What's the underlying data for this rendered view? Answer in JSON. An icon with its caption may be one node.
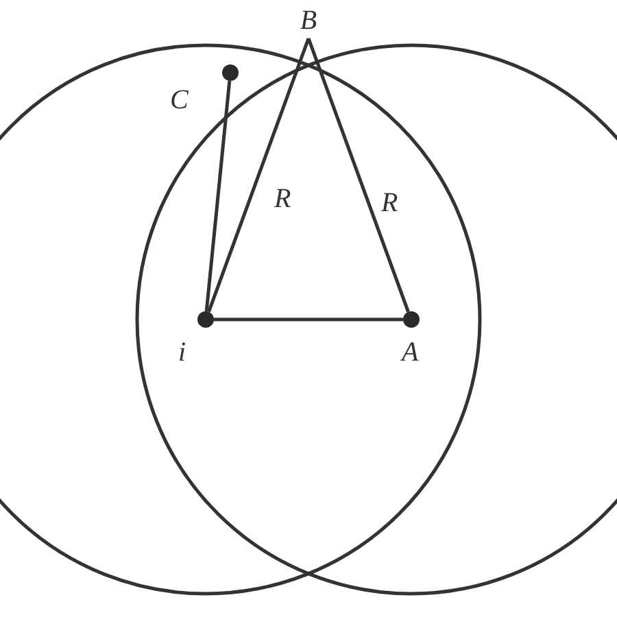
{
  "diagram": {
    "nodes": [
      {
        "text": [],
        "shape": "circle",
        "beside": [
          "i"
        ]
      },
      {
        "text": [],
        "shape": "circle",
        "beside": [
          "A"
        ]
      },
      {
        "text": [
          "B"
        ]
      },
      {
        "text": [],
        "shape": "circle",
        "beside": [
          "C"
        ]
      }
    ],
    "edges": [
      {
        "from": 0,
        "to": 2,
        "arrow": "none",
        "label": "R"
      },
      {
        "from": 2,
        "to": 1,
        "arrow": "none",
        "label": "R"
      },
      {
        "from": 0,
        "to": 1,
        "arrow": "none"
      },
      {
        "from": 0,
        "to": 3,
        "arrow": "none"
      }
    ]
  }
}
